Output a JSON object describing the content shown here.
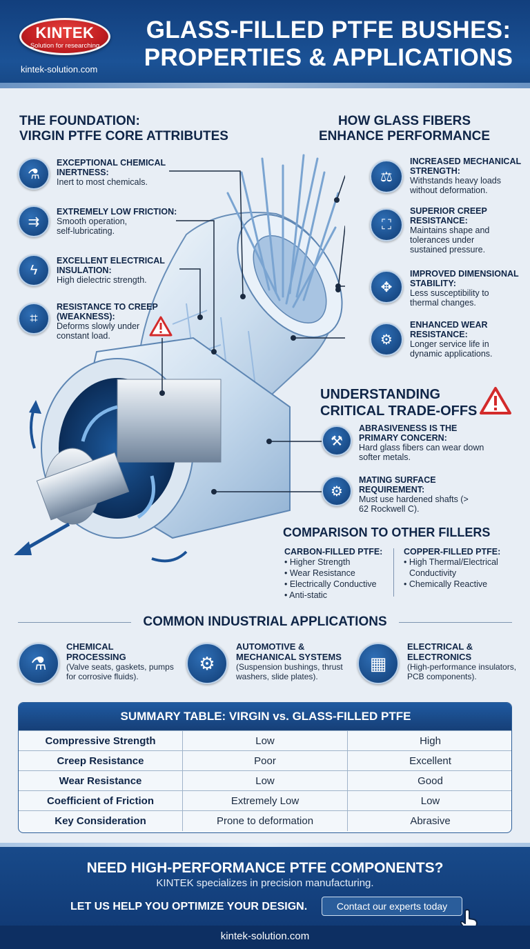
{
  "header": {
    "logo_name": "KINTEK",
    "logo_tagline": "Solution for researching",
    "website": "kintek-solution.com",
    "title_line1": "GLASS-FILLED PTFE BUSHES:",
    "title_line2": "PROPERTIES & APPLICATIONS"
  },
  "foundation": {
    "title_line1": "THE FOUNDATION:",
    "title_line2": "VIRGIN PTFE CORE ATTRIBUTES",
    "items": [
      {
        "icon": "flask-icon",
        "title": "EXCEPTIONAL CHEMICAL INERTNESS:",
        "desc": "Inert to most chemicals."
      },
      {
        "icon": "arrows-right-icon",
        "title": "EXTREMELY LOW FRICTION:",
        "desc": "Smooth operation, self-lubricating."
      },
      {
        "icon": "lightning-icon",
        "title": "EXCELLENT ELECTRICAL INSULATION:",
        "desc": "High dielectric strength."
      },
      {
        "icon": "deform-icon",
        "title": "RESISTANCE TO CREEP (WEAKNESS):",
        "desc": "Deforms slowly under constant load."
      }
    ]
  },
  "glass": {
    "title_line1": "HOW GLASS FIBERS",
    "title_line2": "ENHANCE PERFORMANCE",
    "items": [
      {
        "icon": "weight-icon",
        "title": "INCREASED MECHANICAL STRENGTH:",
        "desc": "Withstands heavy loads without deformation."
      },
      {
        "icon": "frame-icon",
        "title": "SUPERIOR CREEP RESISTANCE:",
        "desc": "Maintains shape and tolerances under sustained pressure."
      },
      {
        "icon": "expand-arrows-icon",
        "title": "IMPROVED DIMENSIONAL STABILITY:",
        "desc": "Less susceptibility to thermal changes."
      },
      {
        "icon": "gears-icon",
        "title": "ENHANCED WEAR RESISTANCE:",
        "desc": "Longer service life in dynamic applications."
      }
    ]
  },
  "tradeoffs": {
    "title_line1": "UNDERSTANDING",
    "title_line2": "CRITICAL TRADE-OFFS",
    "items": [
      {
        "icon": "abrasion-icon",
        "title": "ABRASIVENESS IS THE PRIMARY CONCERN:",
        "desc": "Hard glass fibers can wear down softer metals."
      },
      {
        "icon": "shaft-icon",
        "title": "MATING SURFACE REQUIREMENT:",
        "desc": "Must use hardened shafts (> 62 Rockwell C)."
      }
    ]
  },
  "comparison": {
    "title": "COMPARISON TO OTHER FILLERS",
    "carbon": {
      "title": "CARBON-FILLED PTFE:",
      "items": [
        "• Higher Strength",
        "• Wear Resistance",
        "• Electrically Conductive",
        "• Anti-static"
      ]
    },
    "copper": {
      "title": "COPPER-FILLED PTFE:",
      "items": [
        "• High Thermal/Electrical",
        "Conductivity",
        "• Chemically Reactive"
      ]
    }
  },
  "applications": {
    "title": "COMMON INDUSTRIAL APPLICATIONS",
    "items": [
      {
        "icon": "lab-flask-icon",
        "title1": "CHEMICAL",
        "title2": "PROCESSING",
        "desc1": "(Valve seats, gaskets, pumps",
        "desc2": "for corrosive fluids)."
      },
      {
        "icon": "spring-icon",
        "title1": "AUTOMOTIVE &",
        "title2": "MECHANICAL SYSTEMS",
        "desc1": "(Suspension bushings, thrust",
        "desc2": "washers, slide plates)."
      },
      {
        "icon": "chip-icon",
        "title1": "ELECTRICAL &",
        "title2": "ELECTRONICS",
        "desc1": "(High-performance insulators,",
        "desc2": "PCB components)."
      }
    ]
  },
  "summary": {
    "title": "SUMMARY TABLE: VIRGIN vs. GLASS-FILLED PTFE",
    "rows": [
      [
        "Compressive Strength",
        "Low",
        "High"
      ],
      [
        "Creep Resistance",
        "Poor",
        "Excellent"
      ],
      [
        "Wear Resistance",
        "Low",
        "Good"
      ],
      [
        "Coefficient of Friction",
        "Extremely Low",
        "Low"
      ],
      [
        "Key Consideration",
        "Prone to deformation",
        "Abrasive"
      ]
    ]
  },
  "footer": {
    "headline": "NEED HIGH-PERFORMANCE PTFE COMPONENTS?",
    "subline": "KINTEK specializes in precision manufacturing.",
    "cta_text": "LET US HELP YOU OPTIMIZE YOUR DESIGN.",
    "button_label": "Contact our experts today",
    "website": "kintek-solution.com"
  },
  "colors": {
    "brand_blue": "#1b5296",
    "logo_red": "#c21f22",
    "warning_red": "#d32b2b"
  }
}
